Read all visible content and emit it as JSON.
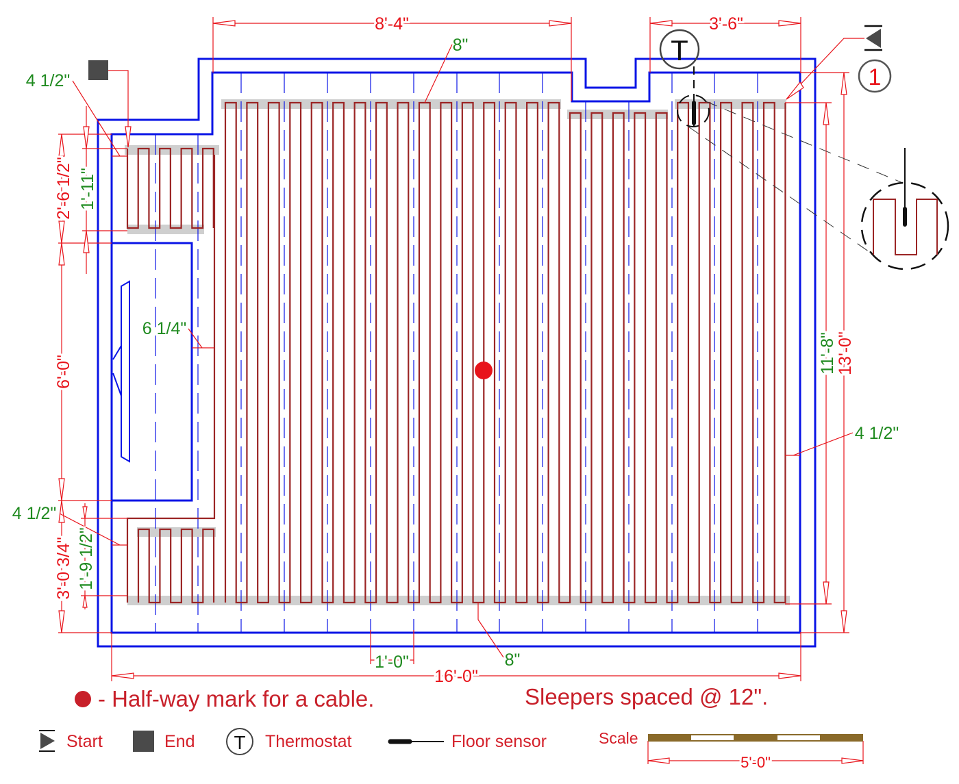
{
  "title": "Floor heating cable layout",
  "dimensions": {
    "top_width": "8'-4\"",
    "top_right_width": "3'-6\"",
    "top_spacing": "8\"",
    "upper_left_offset": "4 1/2\"",
    "left_upper_height": "2'-6 1/2\"",
    "left_upper_cable": "1'-11\"",
    "tub_height": "6'-0\"",
    "tub_offset": "6 1/4\"",
    "lower_left_offset": "4 1/2\"",
    "left_lower_height": "3'-0 3/4\"",
    "left_lower_cable": "1'-9 1/2\"",
    "right_cable_height": "11'-8\"",
    "right_room_height": "13'-0\"",
    "right_offset": "4 1/2\"",
    "sleeper_spacing": "1'-0\"",
    "bottom_spacing": "8\"",
    "overall_width": "16'-0\""
  },
  "symbols": {
    "thermostat_letter": "T",
    "start_number": "1"
  },
  "notes": {
    "halfway": "- Half-way mark for a cable.",
    "sleepers": "Sleepers spaced @ 12\"."
  },
  "legend": {
    "start": "Start",
    "end": "End",
    "thermostat": "Thermostat",
    "thermostat_letter": "T",
    "floor_sensor": "Floor sensor"
  },
  "scale": {
    "label": "Scale",
    "length": "5'-0\""
  },
  "colors": {
    "wall": "#0a14e6",
    "cable": "#9b2525",
    "dimension": "#e8141b",
    "offset_text": "#1f8a1f",
    "halfway_mark": "#e8141b"
  }
}
